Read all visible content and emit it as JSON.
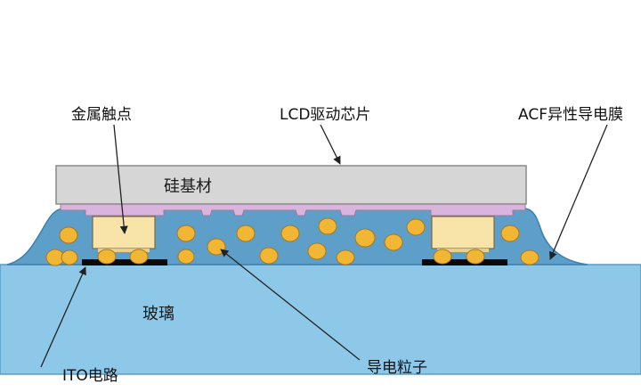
{
  "labels": {
    "metal_contact": "金属触点",
    "lcd_driver_chip": "LCD驱动芯片",
    "acf_film": "ACF异性导电膜",
    "silicon_substrate": "硅基材",
    "glass": "玻璃",
    "ito_circuit": "ITO电路",
    "conductive_particle": "导电粒子"
  },
  "colors": {
    "glass": "#8ec8e8",
    "glass_edge": "#5b9cc4",
    "acf": "#5e9fc9",
    "acf_edge": "#3e7fac",
    "chip": "#d6d6d6",
    "chip_edge": "#8a8a8a",
    "pink_layer": "#d9b4dc",
    "bump": "#f8e4a8",
    "particle": "#f2b635",
    "particle_edge": "#a8781c",
    "ito": "#0a0a0a",
    "leader": "#222222"
  },
  "icons": {
    "particle": "circle",
    "leader_arrow": "arrowhead"
  }
}
